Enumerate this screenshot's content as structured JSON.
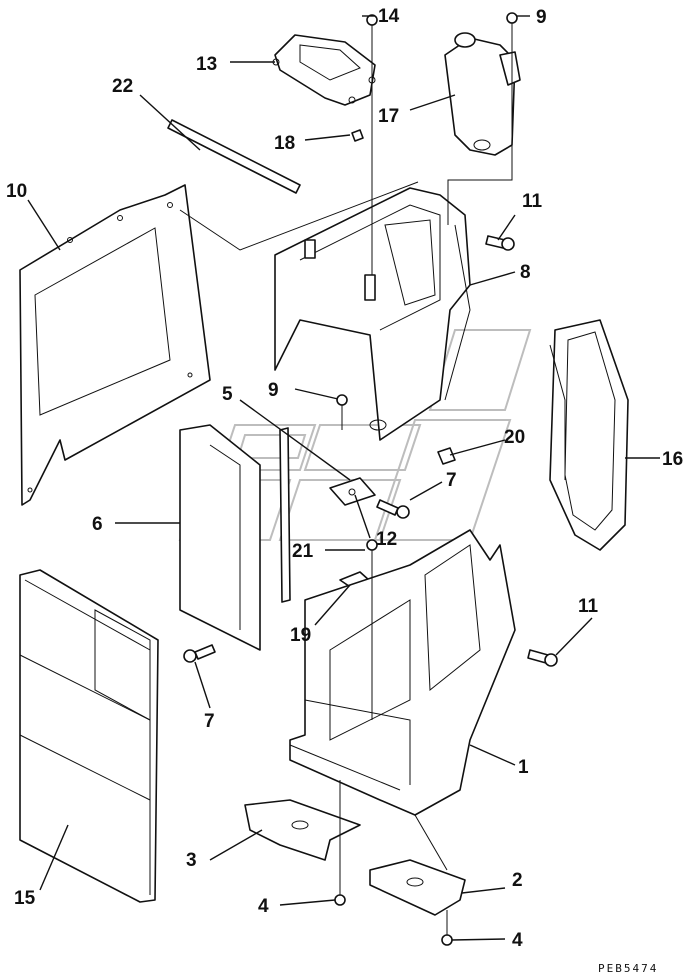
{
  "figure": {
    "type": "exploded parts diagram",
    "drawing_code": "PEB5474"
  },
  "callouts": [
    {
      "id": "c22",
      "label": "22"
    },
    {
      "id": "c13",
      "label": "13"
    },
    {
      "id": "c14",
      "label": "14"
    },
    {
      "id": "c9a",
      "label": "9"
    },
    {
      "id": "c17",
      "label": "17"
    },
    {
      "id": "c18",
      "label": "18"
    },
    {
      "id": "c10",
      "label": "10"
    },
    {
      "id": "c11a",
      "label": "11"
    },
    {
      "id": "c8",
      "label": "8"
    },
    {
      "id": "c9b",
      "label": "9"
    },
    {
      "id": "c5",
      "label": "5"
    },
    {
      "id": "c20",
      "label": "20"
    },
    {
      "id": "c16",
      "label": "16"
    },
    {
      "id": "c7a",
      "label": "7"
    },
    {
      "id": "c6",
      "label": "6"
    },
    {
      "id": "c12",
      "label": "12"
    },
    {
      "id": "c21",
      "label": "21"
    },
    {
      "id": "c19",
      "label": "19"
    },
    {
      "id": "c11b",
      "label": "11"
    },
    {
      "id": "c7b",
      "label": "7"
    },
    {
      "id": "c1",
      "label": "1"
    },
    {
      "id": "c3",
      "label": "3"
    },
    {
      "id": "c15",
      "label": "15"
    },
    {
      "id": "c2",
      "label": "2"
    },
    {
      "id": "c4a",
      "label": "4"
    },
    {
      "id": "c4b",
      "label": "4"
    }
  ]
}
